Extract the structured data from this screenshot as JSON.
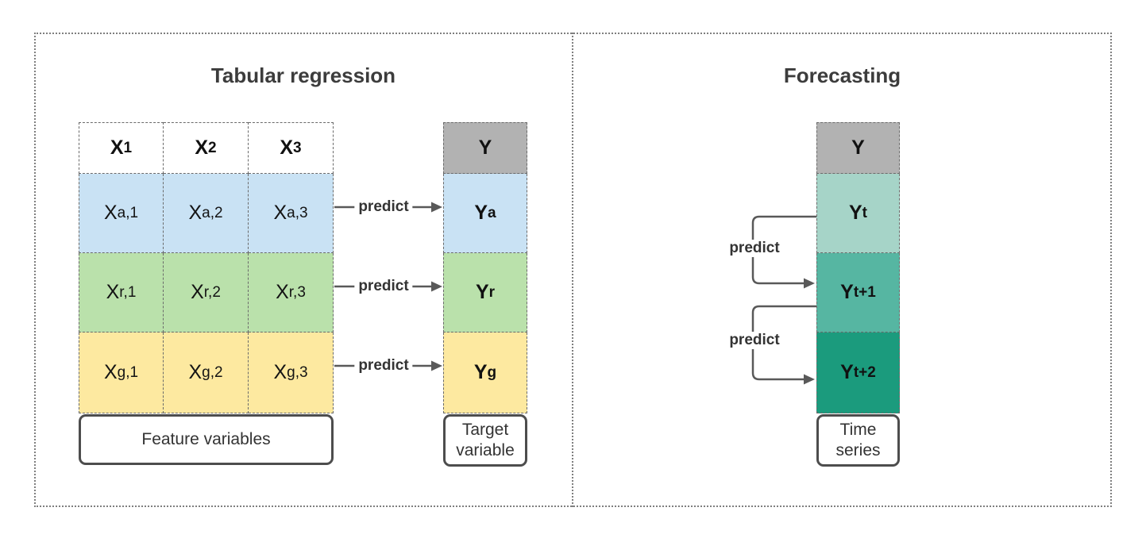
{
  "left_panel": {
    "title": "Tabular regression",
    "predict_label": "predict",
    "feature_table": {
      "header": [
        {
          "base": "X",
          "sub": "1"
        },
        {
          "base": "X",
          "sub": "2"
        },
        {
          "base": "X",
          "sub": "3"
        }
      ],
      "rows": [
        {
          "cells": [
            {
              "base": "X",
              "sub": "a,1"
            },
            {
              "base": "X",
              "sub": "a,2"
            },
            {
              "base": "X",
              "sub": "a,3"
            }
          ]
        },
        {
          "cells": [
            {
              "base": "X",
              "sub": "r,1"
            },
            {
              "base": "X",
              "sub": "r,2"
            },
            {
              "base": "X",
              "sub": "r,3"
            }
          ]
        },
        {
          "cells": [
            {
              "base": "X",
              "sub": "g,1"
            },
            {
              "base": "X",
              "sub": "g,2"
            },
            {
              "base": "X",
              "sub": "g,3"
            }
          ]
        }
      ],
      "caption": "Feature variables"
    },
    "target_column": {
      "header": {
        "base": "Y",
        "sub": ""
      },
      "rows": [
        {
          "base": "Y",
          "sub": "a"
        },
        {
          "base": "Y",
          "sub": "r"
        },
        {
          "base": "Y",
          "sub": "g"
        }
      ],
      "caption": "Target variable"
    }
  },
  "right_panel": {
    "title": "Forecasting",
    "predict_label": "predict",
    "series_column": {
      "header": {
        "base": "Y",
        "sub": ""
      },
      "rows": [
        {
          "base": "Y",
          "sub": "t"
        },
        {
          "base": "Y",
          "sub": "t+1"
        },
        {
          "base": "Y",
          "sub": "t+2"
        }
      ],
      "caption": "Time series"
    }
  },
  "colors": {
    "header_gray": "#b2b2b2",
    "row_blue": "#c9e2f4",
    "row_green": "#bae1ab",
    "row_yellow": "#fde9a0",
    "teal_light": "#a6d4c8",
    "teal_mid": "#56b6a2",
    "teal_dark": "#1b9b7d",
    "arrow_gray": "#595959"
  }
}
